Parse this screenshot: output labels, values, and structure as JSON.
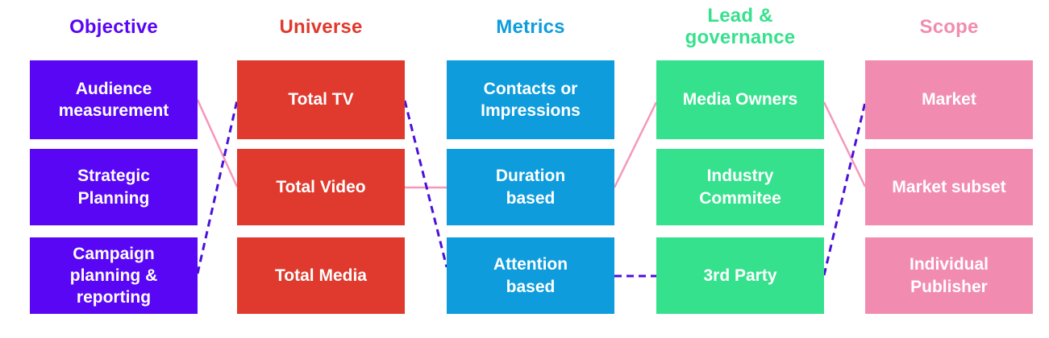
{
  "columns": [
    {
      "header": "Objective",
      "color": "#5906F5",
      "boxes": [
        "Audience\nmeasurement",
        "Strategic\nPlanning",
        "Campaign\nplanning &\nreporting"
      ]
    },
    {
      "header": "Universe",
      "color": "#E03A2E",
      "boxes": [
        "Total TV",
        "Total Video",
        "Total Media"
      ]
    },
    {
      "header": "Metrics",
      "color": "#0F9CDC",
      "boxes": [
        "Contacts or\nImpressions",
        "Duration\nbased",
        "Attention\nbased"
      ]
    },
    {
      "header": "Lead &\ngovernance",
      "color": "#36E18D",
      "boxes": [
        "Media Owners",
        "Industry\nCommitee",
        "3rd Party"
      ]
    },
    {
      "header": "Scope",
      "color": "#F18CB0",
      "boxes": [
        "Market",
        "Market subset",
        "Individual\nPublisher"
      ]
    }
  ],
  "connections": {
    "solid_pink": {
      "color": "#F697BC",
      "style": "solid",
      "path_labels": [
        "Audience measurement → Total Video",
        "Total Video → Duration based",
        "Duration based → Media Owners",
        "Media Owners → Market subset"
      ],
      "segments": [
        [
          245,
          124,
          294,
          232
        ],
        [
          502,
          233,
          554,
          233
        ],
        [
          762,
          233,
          814,
          127
        ],
        [
          1022,
          127,
          1073,
          232
        ]
      ]
    },
    "dashed_purple": {
      "color": "#4B10DB",
      "style": "dashed",
      "path_labels": [
        "Campaign planning & reporting → Total TV",
        "Total TV → Attention based",
        "Attention based → 3rd Party",
        "3rd Party → Market"
      ],
      "segments": [
        [
          245,
          340,
          294,
          125
        ],
        [
          502,
          125,
          554,
          332
        ],
        [
          762,
          343,
          814,
          343
        ],
        [
          1022,
          342,
          1073,
          127
        ]
      ]
    }
  }
}
